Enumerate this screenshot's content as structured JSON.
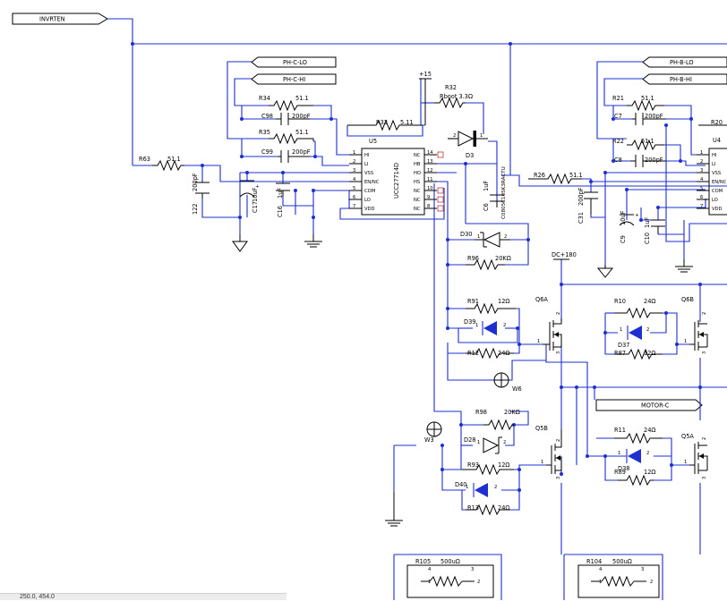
{
  "nets": {
    "invrten": "INVRTEN",
    "ph_c_lo": "PH-C-LO",
    "ph_c_hi": "PH-C-HI",
    "ph_b_lo": "PH-B-LO",
    "ph_b_hi": "PH-B-HI",
    "p15": "+15",
    "dc180": "DC+180",
    "motor_c": "MOTOR-C"
  },
  "driver_u5": {
    "ref": "U5",
    "part": "UCC27714D",
    "left_pins": [
      {
        "num": "1",
        "name": "HI"
      },
      {
        "num": "2",
        "name": "LI"
      },
      {
        "num": "3",
        "name": "VSS"
      },
      {
        "num": "4",
        "name": "EN/NC"
      },
      {
        "num": "5",
        "name": "COM"
      },
      {
        "num": "6",
        "name": "LO"
      },
      {
        "num": "7",
        "name": "VDD"
      }
    ],
    "right_pins": [
      {
        "num": "14",
        "name": "NC"
      },
      {
        "num": "13",
        "name": "HB"
      },
      {
        "num": "12",
        "name": "HO"
      },
      {
        "num": "11",
        "name": "HS"
      },
      {
        "num": "10",
        "name": "NC"
      },
      {
        "num": "9",
        "name": "NC"
      },
      {
        "num": "8",
        "name": "NC"
      }
    ]
  },
  "driver_u4": {
    "ref": "U4",
    "left_pins": [
      {
        "num": "1",
        "name": "HI"
      },
      {
        "num": "2",
        "name": "LI"
      },
      {
        "num": "3",
        "name": "VSS"
      },
      {
        "num": "4",
        "name": "EN/NC"
      },
      {
        "num": "5",
        "name": "COM"
      },
      {
        "num": "6",
        "name": "LO"
      },
      {
        "num": "7",
        "name": "VDD"
      }
    ]
  },
  "parts": {
    "r63": {
      "ref": "R63",
      "val": "51.1"
    },
    "c122": {
      "ref": "122",
      "val": "200pF"
    },
    "c17": {
      "ref": "C17",
      "val": "10uF"
    },
    "c16": {
      "ref": "C16",
      "val": "1uF"
    },
    "r34": {
      "ref": "R34",
      "val": "51.1"
    },
    "c98": {
      "ref": "C98",
      "val": "200pF"
    },
    "r35": {
      "ref": "R35",
      "val": "51.1"
    },
    "c99": {
      "ref": "C99",
      "val": "200pF"
    },
    "r33": {
      "ref": "R33",
      "val": "5.11"
    },
    "r32": {
      "ref": "R32",
      "val": "Rboot 3.3Ω"
    },
    "d3": {
      "ref": "D3",
      "val": ""
    },
    "c6": {
      "ref": "C6",
      "val": "1uF"
    },
    "c6_part": "C0805C105K3RACTU",
    "d30": {
      "ref": "D30",
      "val": ""
    },
    "r96": {
      "ref": "R96",
      "val": "20KΩ"
    },
    "r91": {
      "ref": "R91",
      "val": "12Ω"
    },
    "d39": {
      "ref": "D39",
      "val": ""
    },
    "r12": {
      "ref": "R12",
      "val": "24Ω"
    },
    "q6a": {
      "ref": "Q6A"
    },
    "w6": {
      "ref": "W6"
    },
    "r10": {
      "ref": "R10",
      "val": "24Ω"
    },
    "d37": {
      "ref": "D37"
    },
    "r87": {
      "ref": "R87",
      "val": "12Ω"
    },
    "q6b": {
      "ref": "Q6B"
    },
    "r98": {
      "ref": "R98",
      "val": "20KΩ"
    },
    "d28": {
      "ref": "D28"
    },
    "r93": {
      "ref": "R93",
      "val": "12Ω"
    },
    "d40": {
      "ref": "D40"
    },
    "r13": {
      "ref": "R13",
      "val": "24Ω"
    },
    "q5b": {
      "ref": "Q5B"
    },
    "w3": {
      "ref": "W3"
    },
    "r11": {
      "ref": "R11",
      "val": "24Ω"
    },
    "d38": {
      "ref": "D38"
    },
    "r89": {
      "ref": "R89",
      "val": "12Ω"
    },
    "q5a": {
      "ref": "Q5A"
    },
    "r105": {
      "ref": "R105",
      "val": "500uΩ"
    },
    "r104": {
      "ref": "R104",
      "val": "500uΩ"
    },
    "r26": {
      "ref": "R26",
      "val": "51.1"
    },
    "c31": {
      "ref": "C31",
      "val": "200pF"
    },
    "c9": {
      "ref": "C9",
      "val": "10uF"
    },
    "c10": {
      "ref": "C10",
      "val": "1uF"
    },
    "r21": {
      "ref": "R21",
      "val": "51.1"
    },
    "c7": {
      "ref": "C7",
      "val": "200pF"
    },
    "r22": {
      "ref": "R22",
      "val": "51.1"
    },
    "c8": {
      "ref": "C8",
      "val": "200pF"
    },
    "r20": {
      "ref": "R20"
    }
  },
  "pins": {
    "n1": "1",
    "n2": "2",
    "n3": "3",
    "n4": "4"
  },
  "status": "250.0, 454.0"
}
